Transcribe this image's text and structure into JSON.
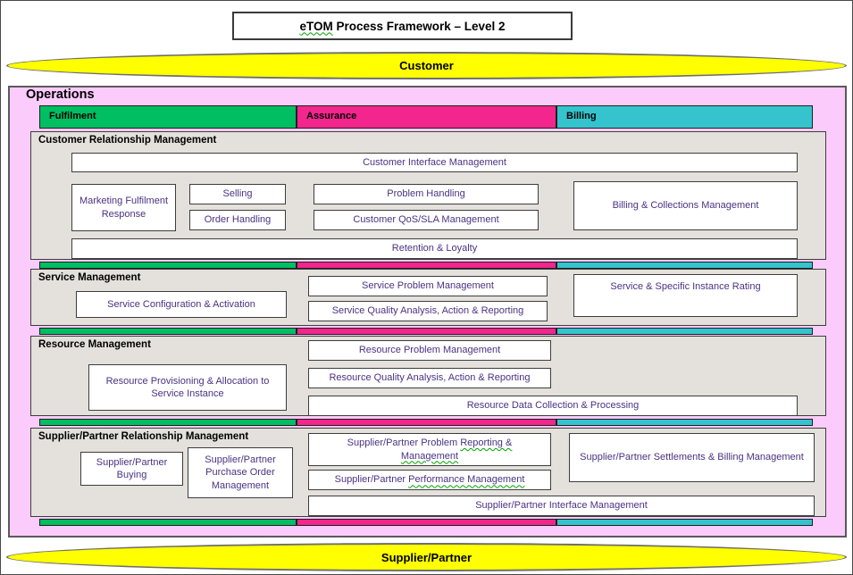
{
  "title": {
    "squiggle_word": "eTOM",
    "rest": " Process Framework – Level 2"
  },
  "bands": {
    "top": "Customer",
    "bottom": "Supplier/Partner"
  },
  "operations": {
    "label": "Operations",
    "columns": [
      {
        "label": "Fulfilment",
        "color": "#00be62"
      },
      {
        "label": "Assurance",
        "color": "#f2268c"
      },
      {
        "label": "Billing",
        "color": "#35c4ce"
      }
    ],
    "sections": [
      {
        "label": "Customer Relationship Management",
        "boxes": {
          "customer_interface": "Customer Interface Management",
          "marketing_fulfilment": "Marketing Fulfilment Response",
          "selling": "Selling",
          "order_handling": "Order Handling",
          "problem_handling": "Problem Handling",
          "customer_qos": "Customer QoS/SLA Management",
          "billing_collections": "Billing & Collections Management",
          "retention_loyalty": "Retention & Loyalty"
        }
      },
      {
        "label": "Service Management",
        "boxes": {
          "service_config": "Service Configuration & Activation",
          "service_problem": "Service Problem Management",
          "service_quality": "Service Quality Analysis, Action & Reporting",
          "service_rating": "Service & Specific Instance Rating"
        }
      },
      {
        "label": "Resource Management",
        "boxes": {
          "resource_provisioning": "Resource Provisioning & Allocation to Service Instance",
          "resource_problem": "Resource Problem Management",
          "resource_quality": "Resource Quality Analysis, Action & Reporting",
          "resource_data": "Resource Data Collection & Processing"
        }
      },
      {
        "label": "Supplier/Partner Relationship Management",
        "boxes": {
          "sp_buying": "Supplier/Partner Buying",
          "sp_purchase_order": "Supplier/Partner Purchase Order Management",
          "sp_problem_prefix": "Supplier/Partner Problem ",
          "sp_problem_squiggle": "Reporting &",
          "sp_problem_line2": "Management",
          "sp_performance_prefix": "Supplier/Partner ",
          "sp_performance_squiggle": "Performance  Management",
          "sp_settlements": "Supplier/Partner Settlements & Billing Management",
          "sp_interface": "Supplier/Partner Interface Management"
        }
      }
    ]
  },
  "colors": {
    "fulfilment_green": "#00be62",
    "assurance_pink": "#f2268c",
    "billing_cyan": "#35c4ce",
    "operations_background": "#fbcbfb",
    "section_gray": "#e4e1dc",
    "band_yellow": "#ffff00",
    "box_text_purple": "#4a3283",
    "squiggle_green": "#00a300"
  }
}
